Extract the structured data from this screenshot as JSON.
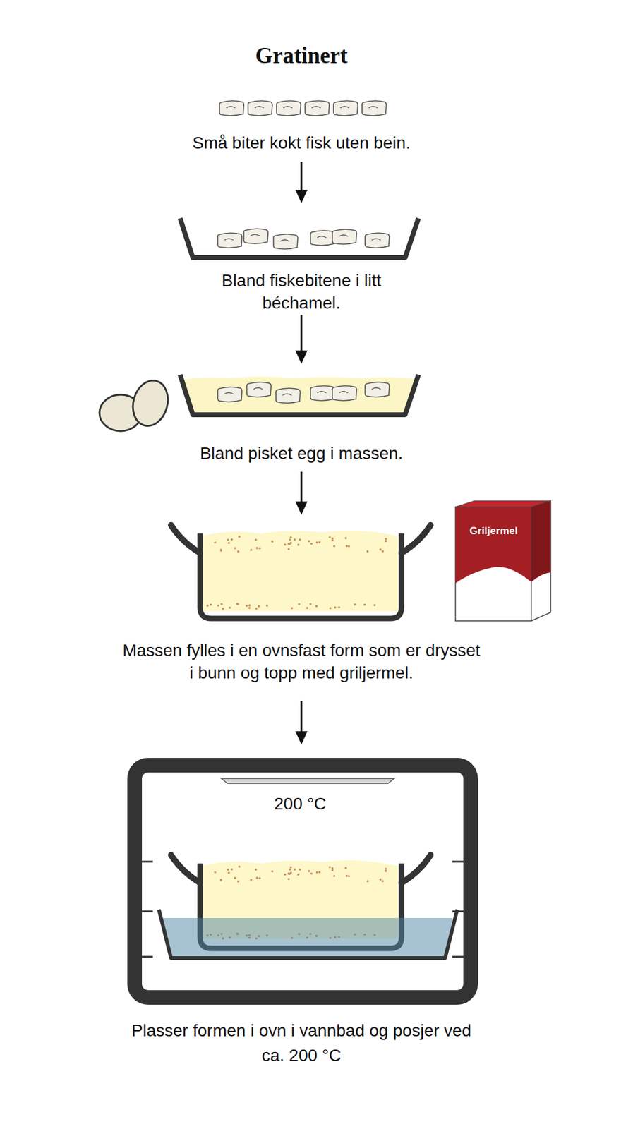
{
  "diagram": {
    "title": "Gratinert",
    "nodes": [
      {
        "text": [
          "Små biter kokt fisk uten bein."
        ]
      },
      {
        "text": [
          "Bland fiskebitene i litt béchamel."
        ]
      },
      {
        "text": [
          "Bland pisket egg i massen."
        ]
      },
      {
        "text": [
          "Massen fylles i en ovnsfast form som er drysset i bunn og topp med griljermel."
        ]
      },
      {
        "text": [
          "Plasser formen i ovn i vannbad og posjer ved ca. 200 °C"
        ]
      }
    ],
    "edges": [
      {
        "from": 0,
        "to": 1,
        "arrow": "to"
      },
      {
        "from": 1,
        "to": 2,
        "arrow": "to"
      },
      {
        "from": 2,
        "to": 3,
        "arrow": "to"
      },
      {
        "from": 3,
        "to": 4,
        "arrow": "to"
      }
    ],
    "labels": [
      "Griljermel",
      "200 °C"
    ]
  }
}
